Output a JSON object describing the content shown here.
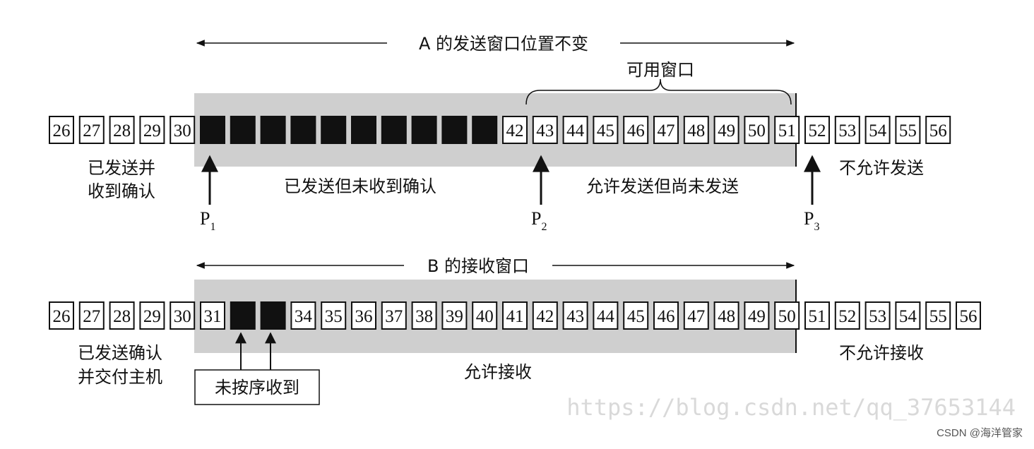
{
  "window_a": {
    "title": "A 的发送窗口位置不变",
    "available_label": "可用窗口",
    "cells": [
      "26",
      "27",
      "28",
      "29",
      "30",
      "",
      "",
      "",
      "",
      "",
      "",
      "",
      "",
      "",
      "",
      "42",
      "43",
      "44",
      "45",
      "46",
      "47",
      "48",
      "49",
      "50",
      "51",
      "52",
      "53",
      "54",
      "55",
      "56"
    ],
    "filled_cells": [
      5,
      6,
      7,
      8,
      9,
      10,
      11,
      12,
      13,
      14
    ],
    "label_sent_acked": [
      "已发送并",
      "收到确认"
    ],
    "label_sent_unacked": "已发送但未收到确认",
    "label_allowed_unsent": "允许发送但尚未发送",
    "label_not_allowed": "不允许发送",
    "pointers": [
      {
        "name": "P",
        "sub": "1"
      },
      {
        "name": "P",
        "sub": "2"
      },
      {
        "name": "P",
        "sub": "3"
      }
    ]
  },
  "window_b": {
    "title": "B 的接收窗口",
    "cells": [
      "26",
      "27",
      "28",
      "29",
      "30",
      "31",
      "",
      "",
      "34",
      "35",
      "36",
      "37",
      "38",
      "39",
      "40",
      "41",
      "42",
      "43",
      "44",
      "45",
      "46",
      "47",
      "48",
      "49",
      "50",
      "51",
      "52",
      "53",
      "54",
      "55",
      "56"
    ],
    "filled_cells": [
      6,
      7
    ],
    "label_delivered": [
      "已发送确认",
      "并交付主机"
    ],
    "label_out_of_order": "未按序收到",
    "label_allowed_receive": "允许接收",
    "label_not_allowed": "不允许接收"
  },
  "watermark_url": "https://blog.csdn.net/qq_37653144",
  "watermark_credit": "CSDN @海洋管家"
}
